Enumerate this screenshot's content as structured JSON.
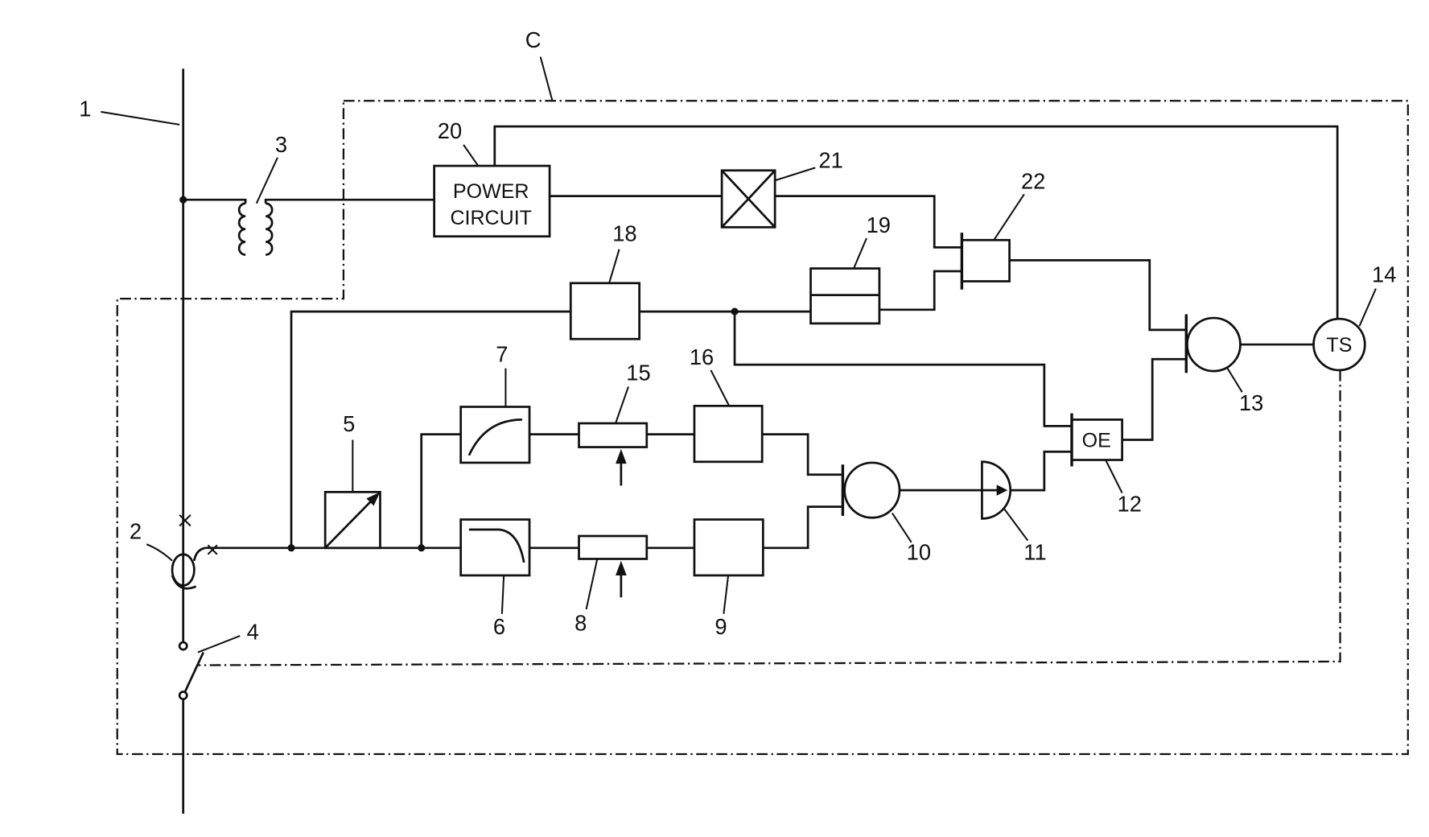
{
  "enclosure_label": "C",
  "labels": {
    "main_line": "1",
    "current_transformer": "2",
    "transformer": "3",
    "switch": "4",
    "block_5": "5",
    "block_6": "6",
    "block_7": "7",
    "block_8": "8",
    "block_9": "9",
    "gate_10": "10",
    "block_11": "11",
    "block_12": "12",
    "gate_13": "13",
    "block_14": "14",
    "block_15": "15",
    "block_16": "16",
    "block_18": "18",
    "block_19": "19",
    "block_20": "20",
    "block_21": "21",
    "gate_22": "22"
  },
  "blocks": {
    "power_circuit": {
      "line1": "POWER",
      "line2": "CIRCUIT"
    },
    "oe": "OE",
    "ts": "TS"
  }
}
